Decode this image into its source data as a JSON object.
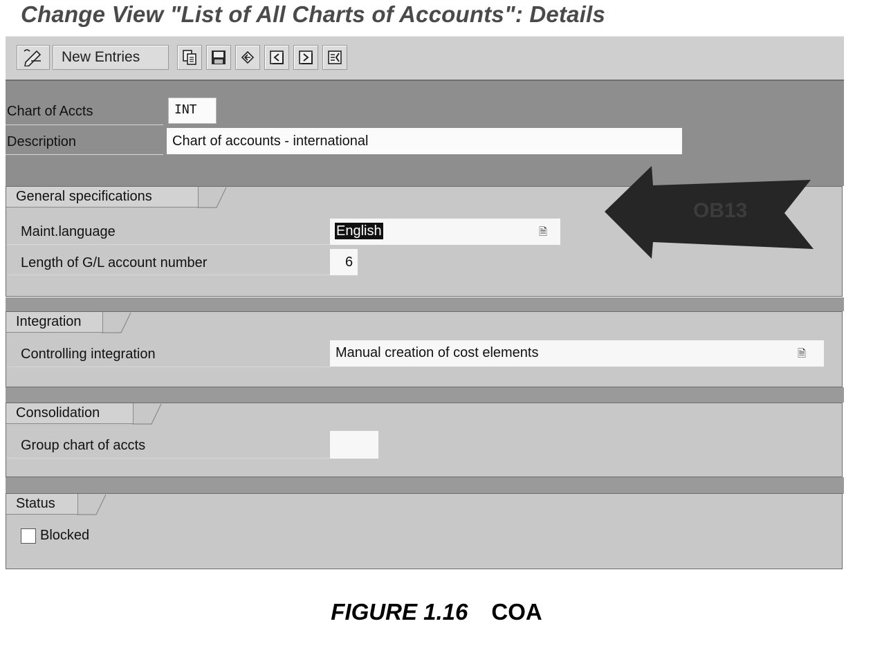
{
  "window": {
    "title": "Change View \"List of All Charts of Accounts\": Details"
  },
  "toolbar": {
    "new_entries_label": "New Entries",
    "icons": [
      "display-change-icon",
      "copy-icon",
      "save-icon",
      "undo-icon",
      "previous-entry-icon",
      "next-entry-icon",
      "other-entry-icon"
    ]
  },
  "header": {
    "chart_of_accts_label": "Chart of Accts",
    "chart_of_accts_value": "INT",
    "description_label": "Description",
    "description_value": "Chart of accounts - international"
  },
  "annotation": {
    "text": "OB13",
    "color": "#262626"
  },
  "general": {
    "title": "General specifications",
    "maint_language_label": "Maint.language",
    "maint_language_value": "English",
    "gl_length_label": "Length of G/L account number",
    "gl_length_value": "6"
  },
  "integration": {
    "title": "Integration",
    "controlling_label": "Controlling integration",
    "controlling_value": "Manual creation of cost elements"
  },
  "consolidation": {
    "title": "Consolidation",
    "group_chart_label": "Group chart of accts",
    "group_chart_value": ""
  },
  "status": {
    "title": "Status",
    "blocked_label": "Blocked",
    "blocked_checked": false
  },
  "caption": {
    "figure": "FIGURE 1.16",
    "label": "COA"
  }
}
